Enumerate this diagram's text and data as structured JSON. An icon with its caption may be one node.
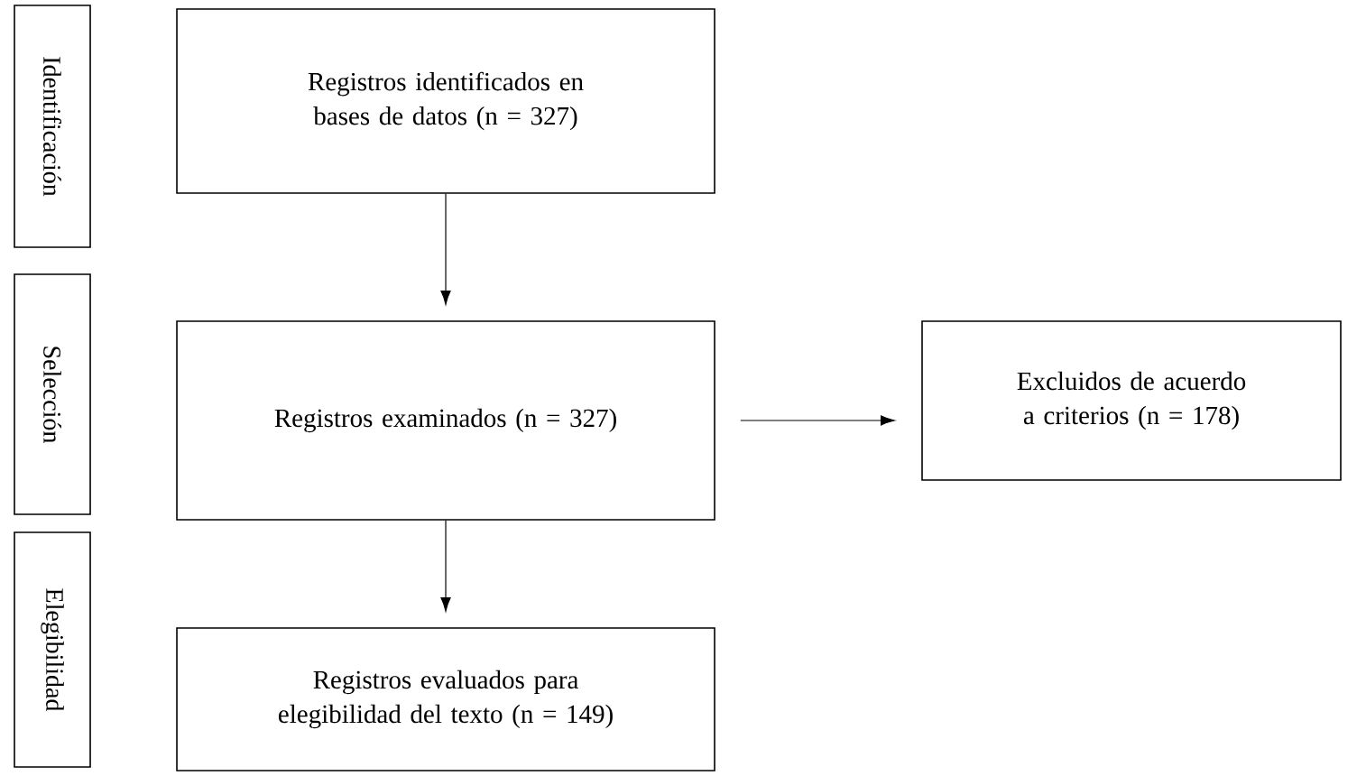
{
  "diagram": {
    "nodes": [
      {
        "text": [
          "Identificación"
        ]
      },
      {
        "text": [
          "Registros identificados en bases de datos (n = 327)"
        ]
      },
      {
        "text": [
          "Selección"
        ]
      },
      {
        "text": [
          "Registros examinados (n = 327)"
        ]
      },
      {
        "text": [
          "Excluidos de acuerdo a criterios (n = 178)"
        ]
      },
      {
        "text": [
          "Elegibilidad"
        ]
      },
      {
        "text": [
          "Registros evaluados para elegibilidad del texto (n = 149)"
        ]
      }
    ],
    "edges": [
      {
        "from": 1,
        "to": 3,
        "arrow": "to"
      },
      {
        "from": 3,
        "to": 4,
        "arrow": "to"
      },
      {
        "from": 3,
        "to": 6,
        "arrow": "to"
      }
    ]
  }
}
